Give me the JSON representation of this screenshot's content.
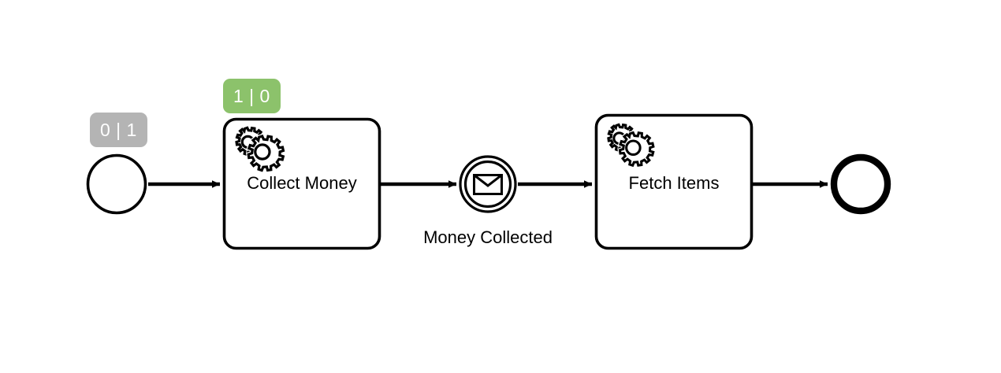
{
  "diagram": {
    "type": "bpmn-process",
    "background_color": "#ffffff",
    "stroke_color": "#000000",
    "elements": [
      {
        "id": "start-event",
        "kind": "start-event",
        "label": "",
        "badge": {
          "text": "0 | 1",
          "color": "#b4b4b4"
        }
      },
      {
        "id": "collect-money",
        "kind": "service-task",
        "label": "Collect Money",
        "icon": "gears-icon",
        "badge": {
          "text": "1 | 0",
          "color": "#8cc26b"
        }
      },
      {
        "id": "money-collected",
        "kind": "intermediate-catch-message-event",
        "label": "Money Collected",
        "icon": "envelope-icon"
      },
      {
        "id": "fetch-items",
        "kind": "service-task",
        "label": "Fetch Items",
        "icon": "gears-icon"
      },
      {
        "id": "end-event",
        "kind": "end-event",
        "label": ""
      }
    ],
    "flows": [
      {
        "from": "start-event",
        "to": "collect-money"
      },
      {
        "from": "collect-money",
        "to": "money-collected"
      },
      {
        "from": "money-collected",
        "to": "fetch-items"
      },
      {
        "from": "fetch-items",
        "to": "end-event"
      }
    ]
  },
  "badges": {
    "start": "0 | 1",
    "collect_money": "1 | 0"
  },
  "labels": {
    "collect_money": "Collect Money",
    "fetch_items": "Fetch Items",
    "money_collected": "Money Collected"
  },
  "colors": {
    "badge_gray": "#b4b4b4",
    "badge_green": "#8cc26b",
    "stroke": "#000000",
    "fill": "#ffffff",
    "text": "#000000"
  }
}
